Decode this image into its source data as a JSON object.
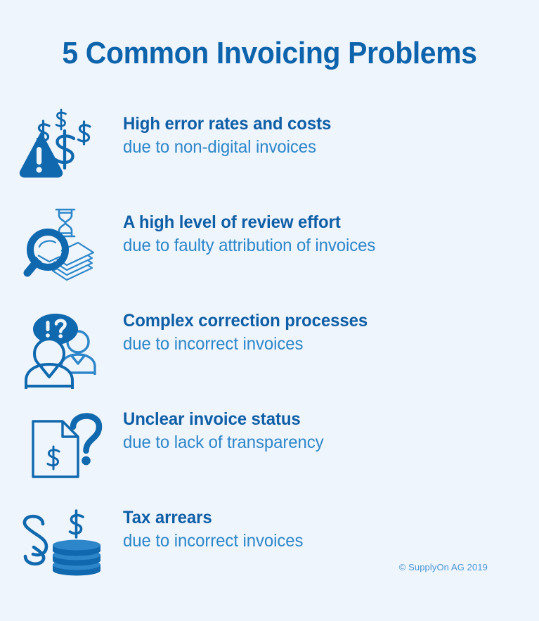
{
  "page": {
    "title": "5 Common Invoicing Problems",
    "background_color": "#eef5fd",
    "title_color": "#0d63ac",
    "heading_color": "#0f5ea6",
    "subtext_color": "#2e86ca",
    "icon_color": "#1068ae",
    "icon_light_color": "#2e86ca"
  },
  "items": [
    {
      "icon": "warning-triangle-with-dollar-signs-icon",
      "heading": "High error rates and costs",
      "subtext": "due to non-digital invoices"
    },
    {
      "icon": "magnifying-glass-documents-hourglass-icon",
      "heading": "A high level of review effort",
      "subtext": "due to faulty attribution of invoices"
    },
    {
      "icon": "two-people-speech-bubble-icon",
      "heading": "Complex correction processes",
      "subtext": "due to incorrect invoices"
    },
    {
      "icon": "invoice-document-question-mark-icon",
      "heading": "Unclear invoice status",
      "subtext": "due to lack of transparency"
    },
    {
      "icon": "section-symbol-coin-stack-icon",
      "heading": "Tax arrears",
      "subtext": "due to incorrect invoices"
    }
  ],
  "footer": {
    "copyright": "© SupplyOn AG 2019"
  }
}
